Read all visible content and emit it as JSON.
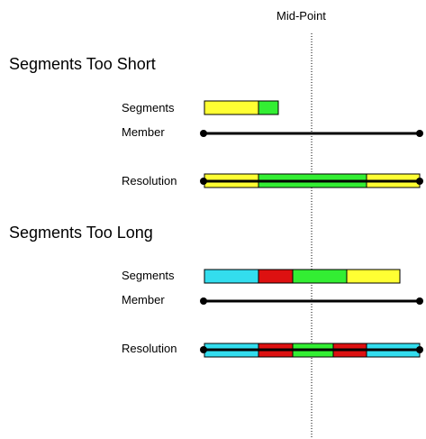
{
  "midpoint_label": "Mid-Point",
  "labels": {
    "segments": "Segments",
    "member": "Member",
    "resolution": "Resolution"
  },
  "sections": [
    {
      "heading": "Segments Too Short"
    },
    {
      "heading": "Segments Too Long"
    }
  ],
  "colors": {
    "yellow": "#ffff33",
    "green": "#33ee33",
    "cyan": "#33ddee",
    "red": "#dd1111",
    "member_line": "#000000",
    "outline": "#000000"
  }
}
